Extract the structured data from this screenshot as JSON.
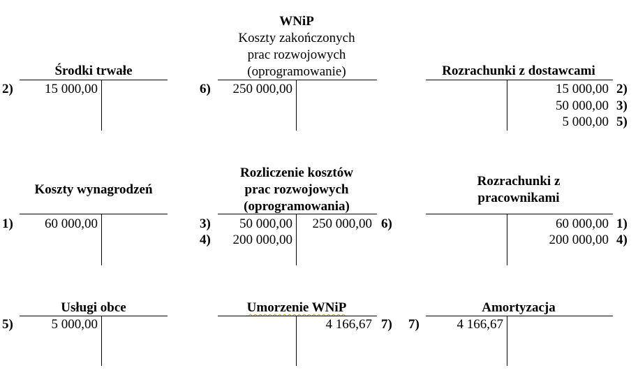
{
  "accounts": {
    "srodki": {
      "title": "Środki trwałe",
      "debit": [
        {
          "ref": "2)",
          "amount": "15 000,00"
        }
      ],
      "credit": []
    },
    "wnip": {
      "title_lines": [
        "WNiP",
        "Koszty zakończonych",
        "prac rozwojowych",
        "(oprogramowanie)"
      ],
      "debit": [
        {
          "ref": "6)",
          "amount": "250 000,00"
        }
      ],
      "credit": []
    },
    "dostawcy": {
      "title": "Rozrachunki z dostawcami",
      "debit": [],
      "credit": [
        {
          "ref": "2)",
          "amount": "15 000,00"
        },
        {
          "ref": "3)",
          "amount": "50 000,00"
        },
        {
          "ref": "5)",
          "amount": "5 000,00"
        }
      ]
    },
    "wynagrodzenia": {
      "title": "Koszty wynagrodzeń",
      "debit": [
        {
          "ref": "1)",
          "amount": "60 000,00"
        }
      ],
      "credit": []
    },
    "rozliczenie": {
      "title_lines": [
        "Rozliczenie kosztów",
        "prac rozwojowych",
        "(oprogramowania)"
      ],
      "debit": [
        {
          "ref": "3)",
          "amount": "50 000,00"
        },
        {
          "ref": "4)",
          "amount": "200 000,00"
        }
      ],
      "credit": [
        {
          "ref": "6)",
          "amount": "250 000,00"
        }
      ]
    },
    "pracownicy": {
      "title_lines": [
        "Rozrachunki z",
        "pracownikami"
      ],
      "debit": [],
      "credit": [
        {
          "ref": "1)",
          "amount": "60 000,00"
        },
        {
          "ref": "4)",
          "amount": "200 000,00"
        }
      ]
    },
    "uslugi": {
      "title": "Usługi obce",
      "debit": [
        {
          "ref": "5)",
          "amount": "5 000,00"
        }
      ],
      "credit": []
    },
    "umorzenie": {
      "title": "Umorzenie WNiP",
      "debit": [],
      "credit": [
        {
          "ref": "7)",
          "amount": "4 166,67"
        }
      ]
    },
    "amortyzacja": {
      "title": "Amortyzacja",
      "debit": [
        {
          "ref": "7)",
          "amount": "4 166,67"
        }
      ],
      "credit": []
    }
  }
}
